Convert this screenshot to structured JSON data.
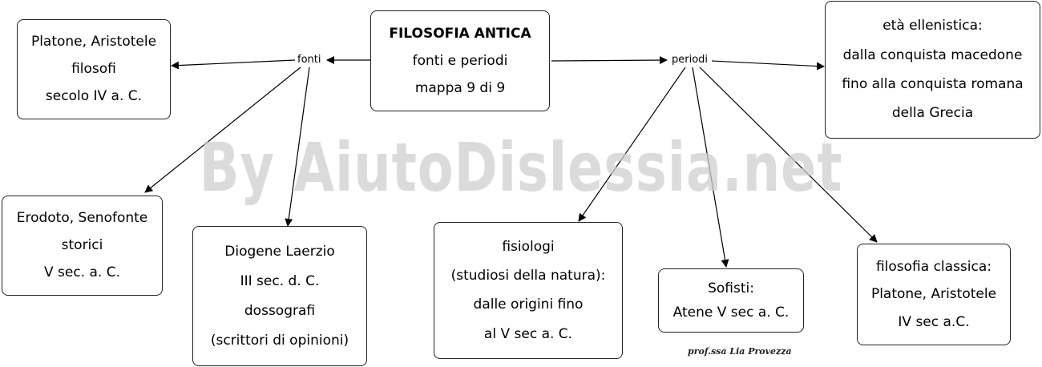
{
  "center": {
    "title": "FILOSOFIA ANTICA",
    "line2": "fonti e periodi",
    "line3": "mappa 9 di 9"
  },
  "labels": {
    "fonti": "fonti",
    "periodi": "periodi"
  },
  "nodes": {
    "platone": [
      "Platone, Aristotele",
      "filosofi",
      "secolo IV a. C."
    ],
    "erodoto": [
      "Erodoto, Senofonte",
      "storici",
      "V sec. a. C."
    ],
    "diogene": [
      "Diogene Laerzio",
      "III sec. d. C.",
      "dossografi",
      "(scrittori di opinioni)"
    ],
    "ellenistica": [
      "età ellenistica:",
      "dalla conquista macedone",
      "fino alla conquista romana",
      "della Grecia"
    ],
    "fisiologi": [
      "fisiologi",
      "(studiosi della natura):",
      "dalle origini fino",
      "al V sec a. C."
    ],
    "sofisti": [
      "Sofisti:",
      "Atene V sec a. C."
    ],
    "classica": [
      "filosofia classica:",
      "Platone, Aristotele",
      "IV sec a.C."
    ]
  },
  "watermark": "By AiutoDislessia.net",
  "credit": "prof.ssa Lia Provezza"
}
